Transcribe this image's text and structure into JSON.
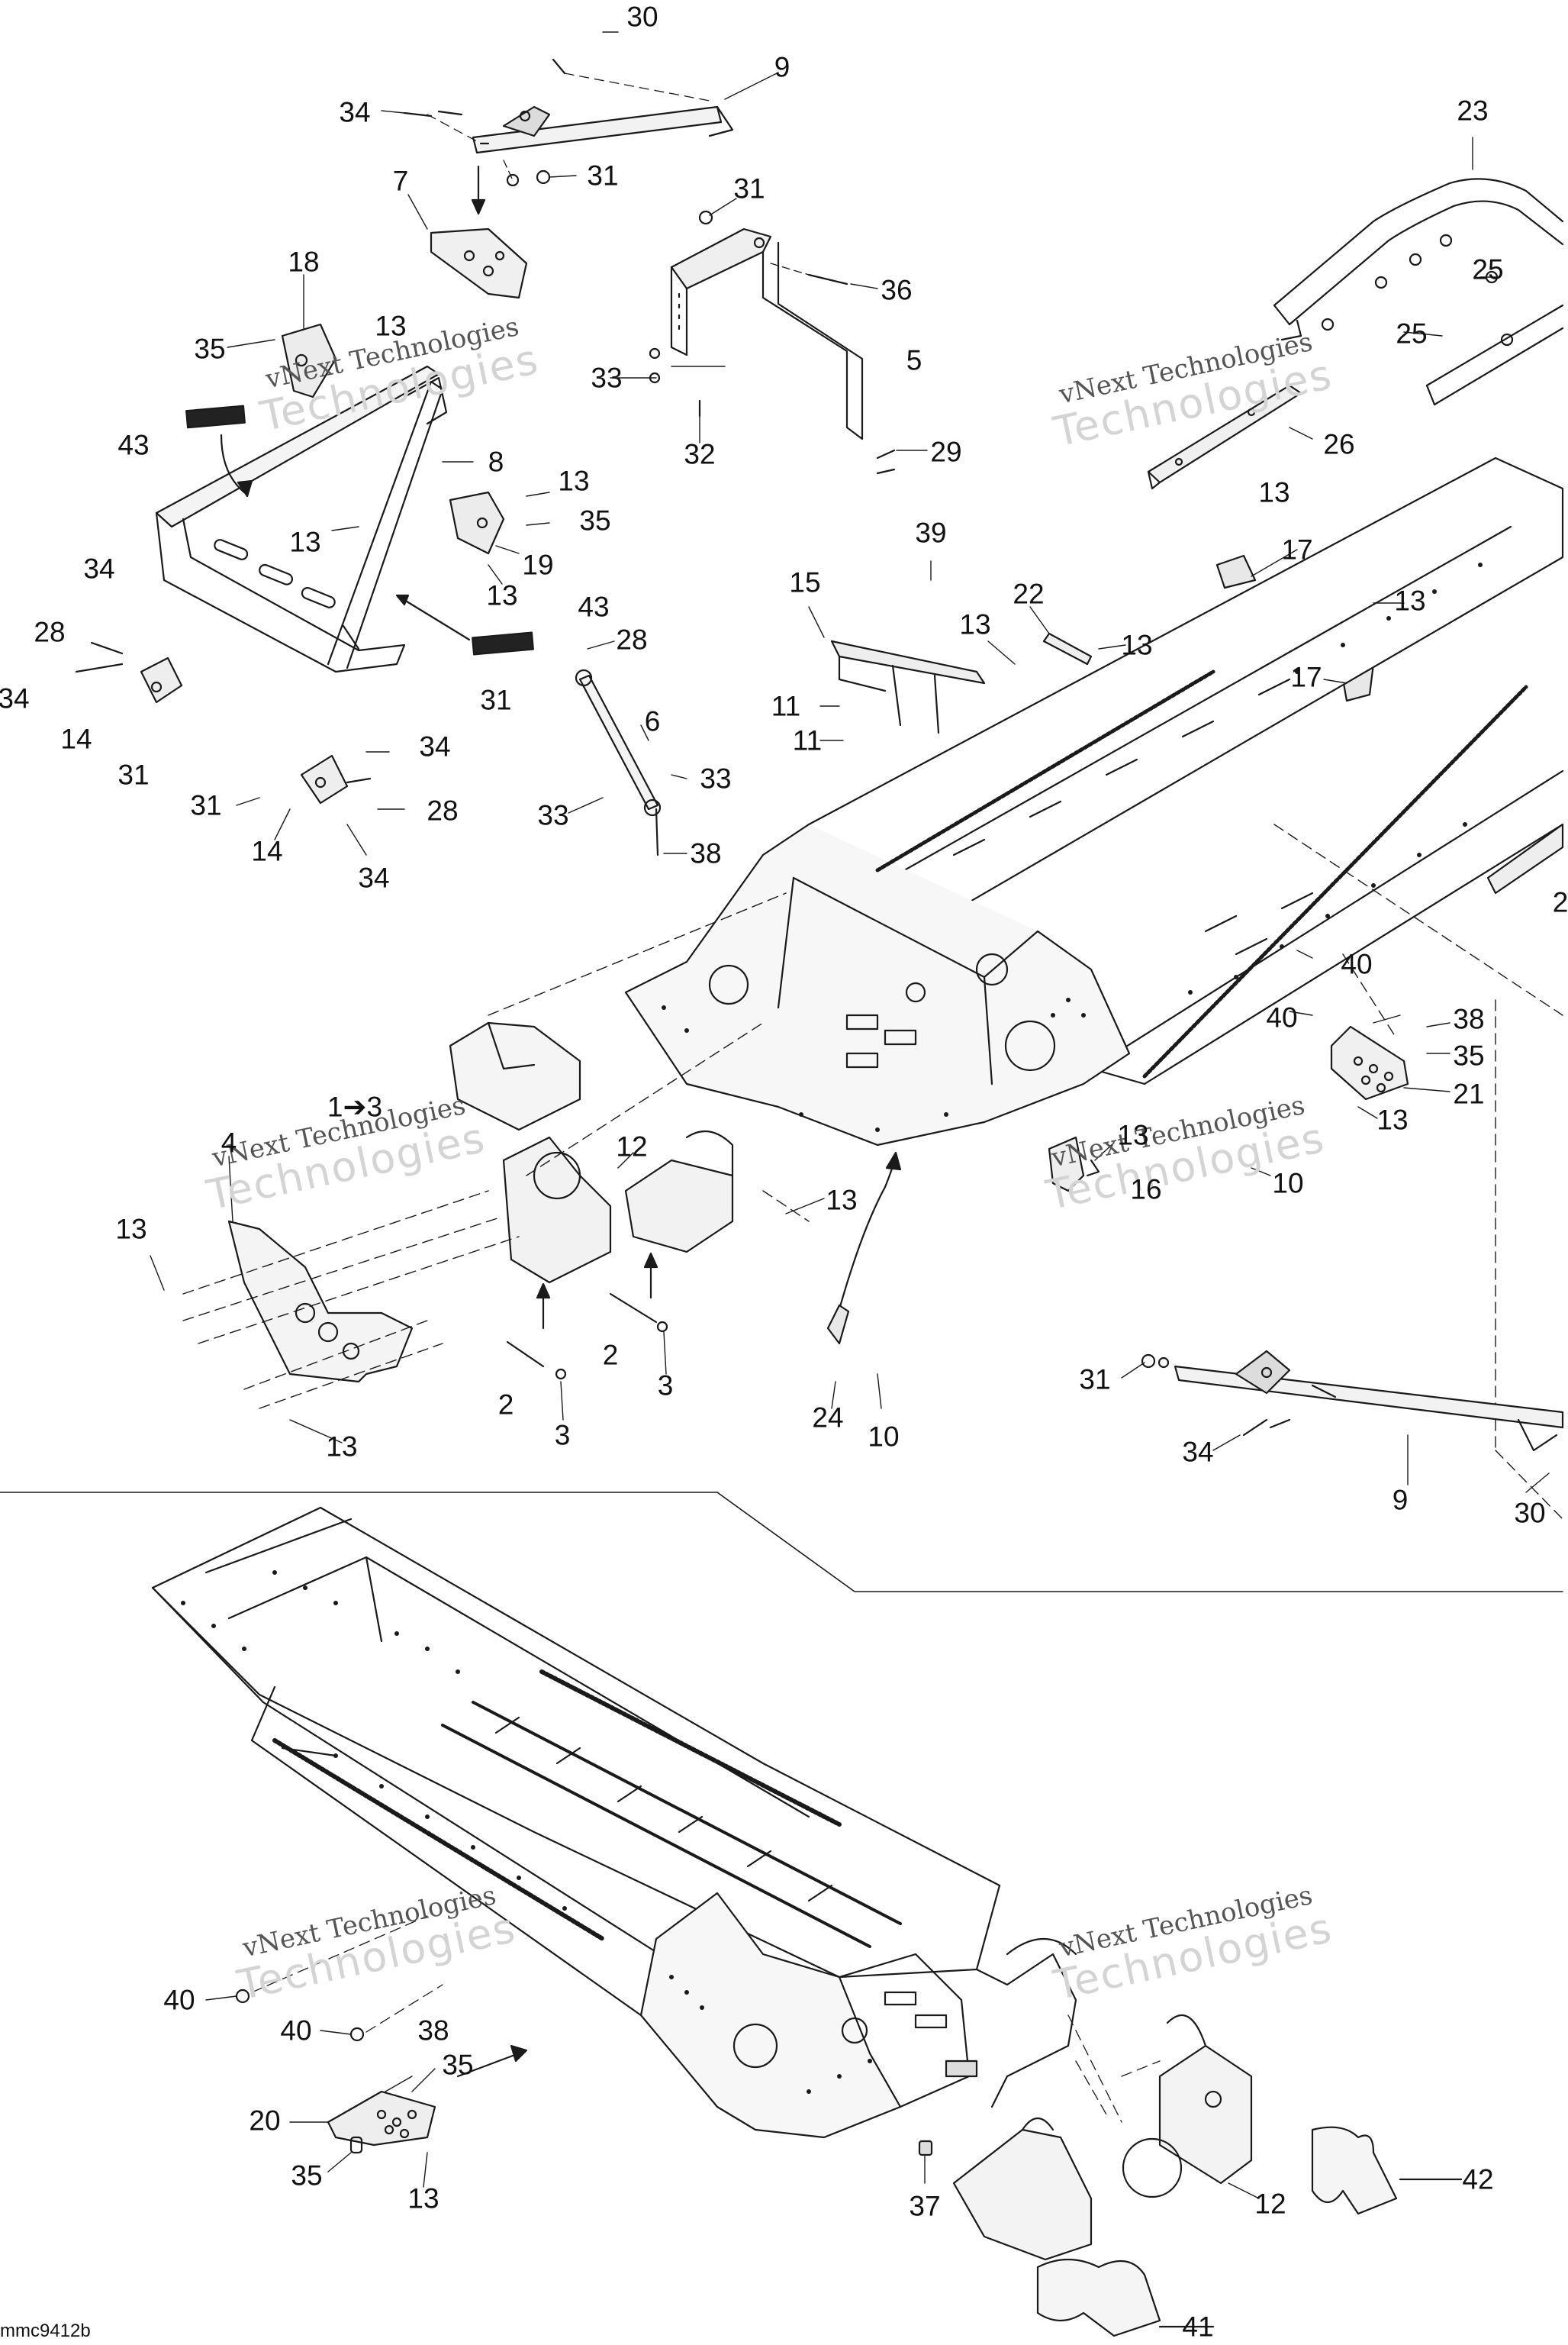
{
  "watermark": {
    "line1": "vNext Technologies",
    "line2": "Technologies"
  },
  "callouts": {
    "c30_top": "30",
    "c9_top": "9",
    "c34_a": "34",
    "c7": "7",
    "c31_a": "31",
    "c31_b": "31",
    "c36": "36",
    "c23": "23",
    "c25_a": "25",
    "c25_b": "25",
    "c18": "18",
    "c35_a": "35",
    "c13_a": "13",
    "c33_a": "33",
    "c5": "5",
    "c43_a": "43",
    "c32": "32",
    "c29": "29",
    "c26": "26",
    "c8": "8",
    "c13_b": "13",
    "c13_c": "13",
    "c35_b": "35",
    "c19": "19",
    "c13_d": "13",
    "c13_e": "13",
    "c39": "39",
    "c17_a": "17",
    "c34_b": "34",
    "c43_b": "43",
    "c15": "15",
    "c22": "22",
    "c13_f": "13",
    "c13_g": "13",
    "c13_h": "13",
    "c28_a": "28",
    "c28_b": "28",
    "c34_c": "34",
    "c31_c": "31",
    "c17_b": "17",
    "c11_a": "11",
    "c11_b": "11",
    "c14_a": "14",
    "c31_d": "31",
    "c6": "6",
    "c34_d": "34",
    "c31_e": "31",
    "c28_c": "28",
    "c33_b": "33",
    "c33_c": "33",
    "c14_b": "14",
    "c34_e": "34",
    "c38_a": "38",
    "c40_a": "40",
    "c40_b": "40",
    "c38_b": "38",
    "c35_c": "35",
    "c21": "21",
    "c13_i": "13",
    "c1to3": "1➔3",
    "c4": "4",
    "c12_a": "12",
    "c13_j": "13",
    "c16": "16",
    "c10_a": "10",
    "c13_k": "13",
    "c13_l": "13",
    "c2_a": "2",
    "c3_a": "3",
    "c2_b": "2",
    "c3_b": "3",
    "c13_m": "13",
    "c24": "24",
    "c10_b": "10",
    "c31_f": "31",
    "c34_f": "34",
    "c9_b": "9",
    "c30_b": "30",
    "c40_c": "40",
    "c40_d": "40",
    "c38_c": "38",
    "c35_d": "35",
    "c20": "20",
    "c35_e": "35",
    "c13_n": "13",
    "c37": "37",
    "c12_b": "12",
    "c42": "42",
    "c41": "41",
    "c2_edge": "2"
  },
  "corner_code": "mmc9412b"
}
